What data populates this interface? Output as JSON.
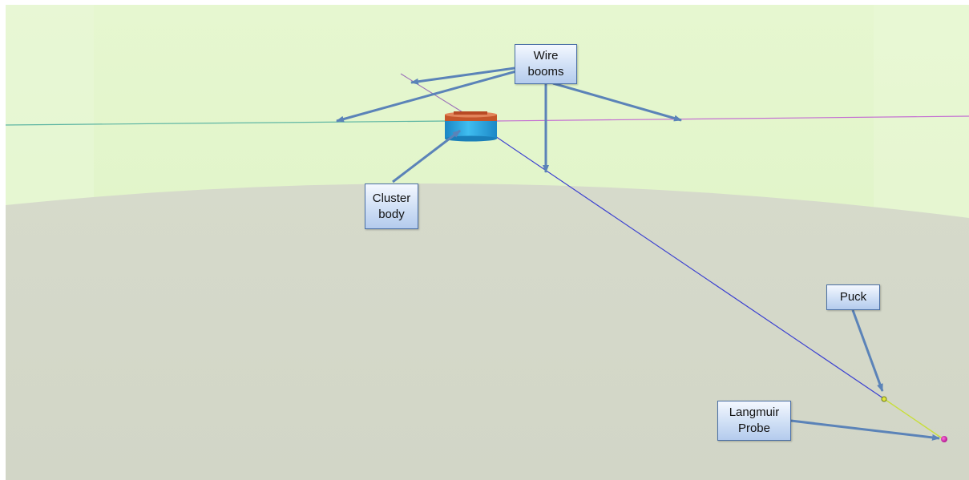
{
  "colors": {
    "sky": "#e3f5cc",
    "ground": "#d3d7c9",
    "arrow": "#5b83b8",
    "callout_border": "#4a6fa5",
    "boom_left": "#5fb6a3",
    "boom_right": "#c46fd2",
    "boom_diag": "#3a3fd0",
    "boom_tip": "#c8de3c",
    "body_side": "#2fa7df",
    "body_top": "#d8703f",
    "puck": "#dfe63a",
    "probe": "#d21fa6"
  },
  "labels": {
    "wire_booms": "Wire\nbooms",
    "cluster_body": "Cluster\nbody",
    "puck": "Puck",
    "langmuir_probe": "Langmuir\nProbe"
  },
  "icons": [
    "cluster-body-icon",
    "puck-icon",
    "langmuir-probe-icon"
  ]
}
